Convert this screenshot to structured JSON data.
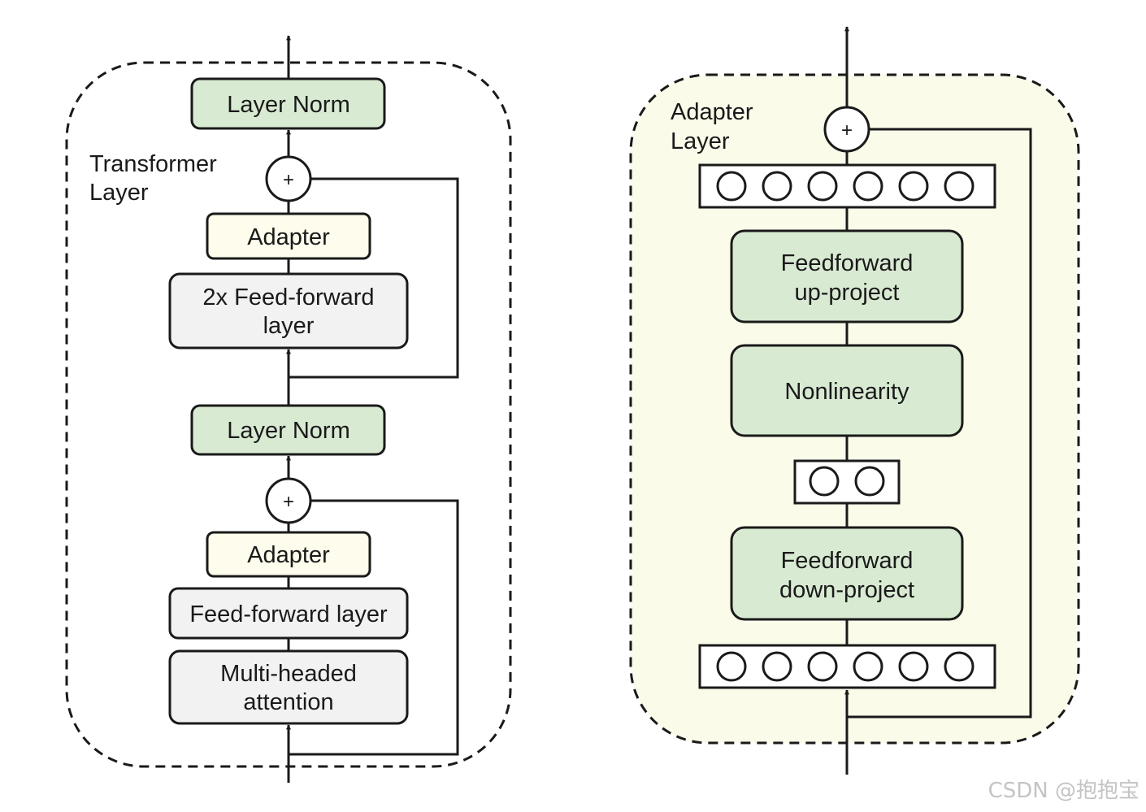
{
  "transformer_layer": {
    "title_line1": "Transformer",
    "title_line2": "Layer",
    "layer_norm_top": "Layer Norm",
    "adapter_top": "Adapter",
    "ffn_2x_line1": "2x Feed-forward",
    "ffn_2x_line2": "layer",
    "layer_norm_bottom": "Layer Norm",
    "adapter_bottom": "Adapter",
    "ffn_layer": "Feed-forward layer",
    "mha_line1": "Multi-headed",
    "mha_line2": "attention",
    "plus_top": "+",
    "plus_bottom": "+"
  },
  "adapter_layer": {
    "title_line1": "Adapter",
    "title_line2": "Layer",
    "plus": "+",
    "up_project_line1": "Feedforward",
    "up_project_line2": "up-project",
    "nonlinearity": "Nonlinearity",
    "down_project_line1": "Feedforward",
    "down_project_line2": "down-project",
    "top_vector_units": 6,
    "bottleneck_units": 2,
    "bottom_vector_units": 6
  },
  "colors": {
    "green_box": "#d9ead3",
    "yellow_box": "#fefcec",
    "gray_box": "#f2f2f2",
    "adapter_panel_bg": "#fbfbea",
    "stroke": "#1a1a1a"
  },
  "watermark": "CSDN @抱抱宝"
}
